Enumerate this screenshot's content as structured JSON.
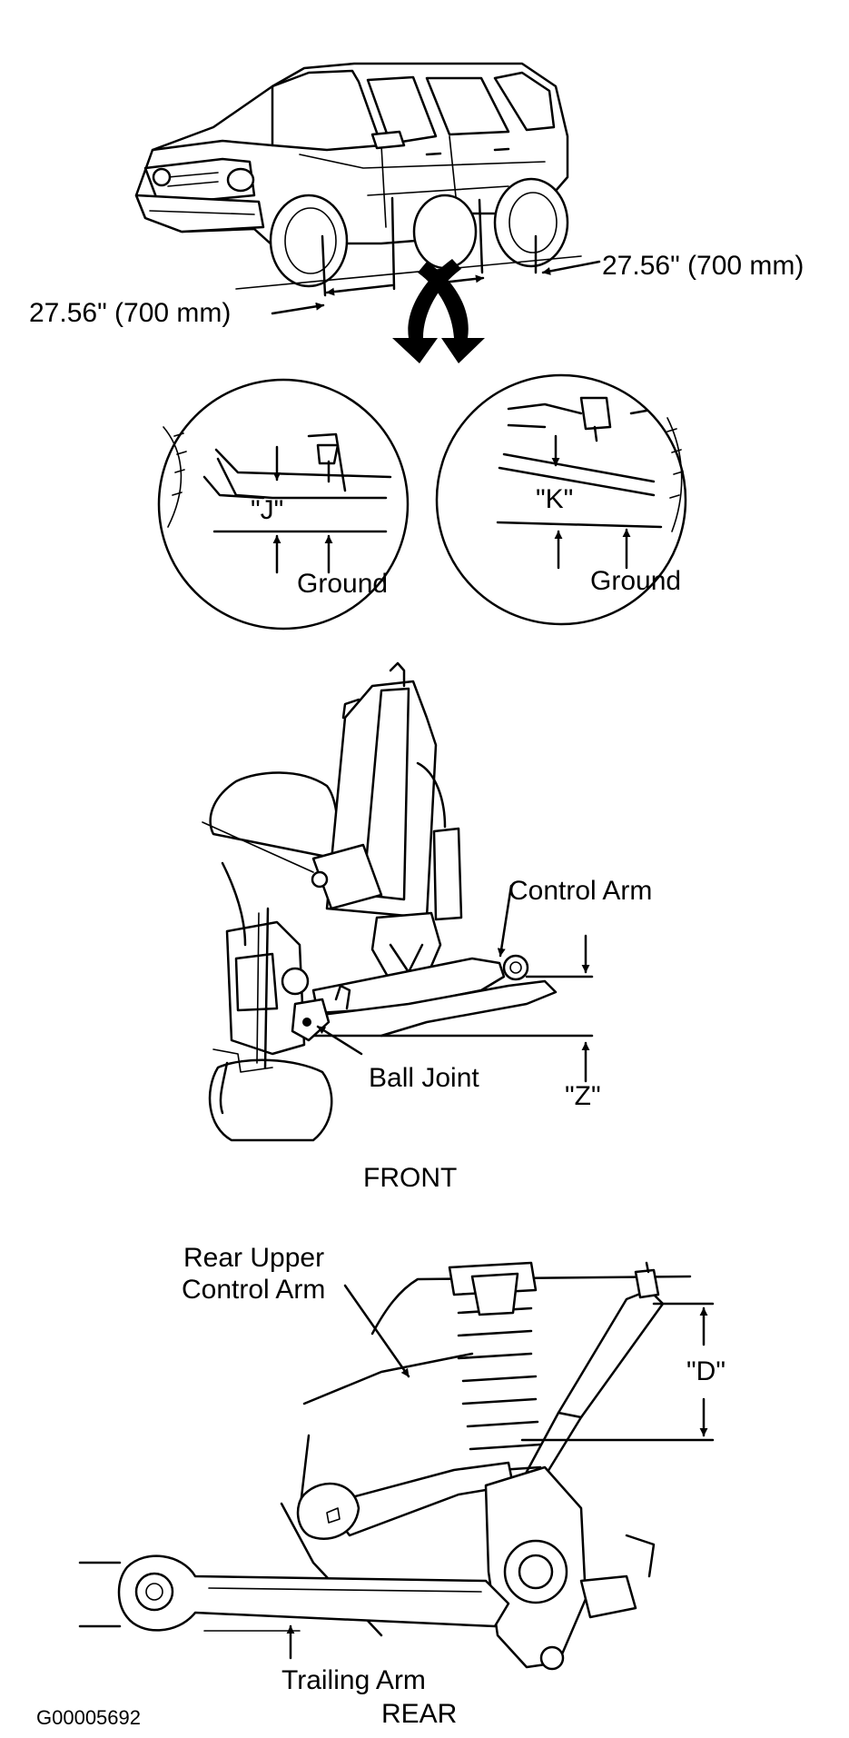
{
  "vehicle": {
    "front_distance": "27.56\" (700 mm)",
    "rear_distance": "27.56\" (700 mm)"
  },
  "detail_front": {
    "mark": "\"J\"",
    "ground": "Ground"
  },
  "detail_rear": {
    "mark": "\"K\"",
    "ground": "Ground"
  },
  "front_suspension": {
    "control_arm": "Control Arm",
    "ball_joint": "Ball Joint",
    "mark": "\"Z\"",
    "caption": "FRONT"
  },
  "rear_suspension": {
    "upper_control_arm_line1": "Rear Upper",
    "upper_control_arm_line2": "Control Arm",
    "mark": "\"D\"",
    "trailing_arm": "Trailing Arm",
    "caption": "REAR"
  },
  "figure_id": "G00005692"
}
